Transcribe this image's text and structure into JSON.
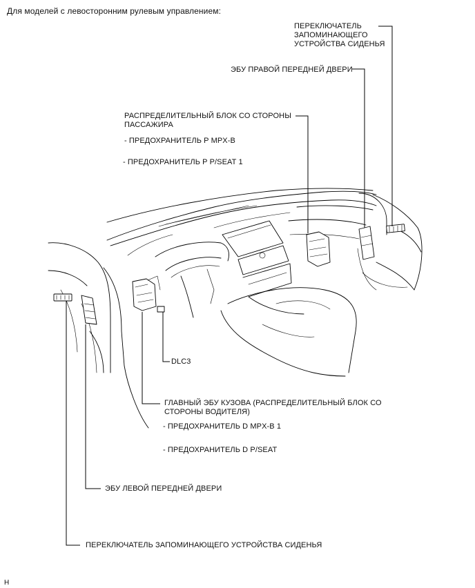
{
  "heading": "Для моделей с левосторонним рулевым управлением:",
  "labels": {
    "rh_memory_switch": "ПЕРЕКЛЮЧАТЕЛЬ ЗАПОМИНАЮЩЕГО УСТРОЙСТВА СИДЕНЬЯ",
    "rh_door_ecu": "ЭБУ ПРАВОЙ ПЕРЕДНЕЙ ДВЕРИ",
    "passenger_jb": "РАСПРЕДЕЛИТЕЛЬНЫЙ БЛОК СО СТОРОНЫ ПАССАЖИРА",
    "passenger_fuse_1": "- ПРЕДОХРАНИТЕЛЬ P MPX-B",
    "passenger_fuse_2": "- ПРЕДОХРАНИТЕЛЬ P P/SEAT 1",
    "dlc3": "DLC3",
    "main_body_ecu": "ГЛАВНЫЙ ЭБУ КУЗОВА (РАСПРЕДЕЛИТЕЛЬНЫЙ БЛОК СО СТОРОНЫ ВОДИТЕЛЯ)",
    "driver_fuse_1": "- ПРЕДОХРАНИТЕЛЬ D MPX-B 1",
    "driver_fuse_2": "- ПРЕДОХРАНИТЕЛЬ D P/SEAT",
    "lh_door_ecu": "ЭБУ ЛЕВОЙ ПЕРЕДНЕЙ ДВЕРИ",
    "lh_memory_switch": "ПЕРЕКЛЮЧАТЕЛЬ ЗАПОМИНАЮЩЕГО УСТРОЙСТВА СИДЕНЬЯ"
  },
  "figure_code": "H"
}
